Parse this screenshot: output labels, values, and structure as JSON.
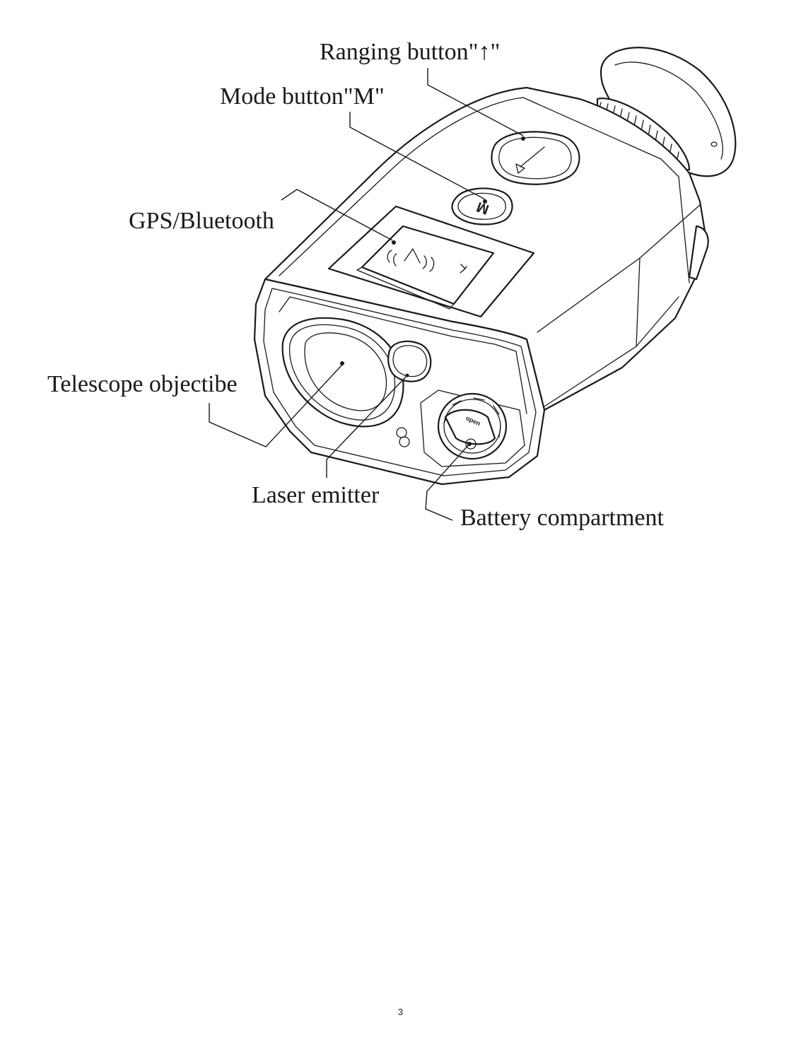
{
  "labels": {
    "ranging_button": "Ranging button\"↑\"",
    "mode_button": "Mode button\"M\"",
    "gps_bluetooth": "GPS/Bluetooth",
    "telescope_objective": "Telescope objectibe",
    "laser_emitter": "Laser emitter",
    "battery_compartment": "Battery compartment"
  },
  "device": {
    "mode_button_glyph": "M",
    "battery_cap_text": "open"
  },
  "page_number": "3"
}
